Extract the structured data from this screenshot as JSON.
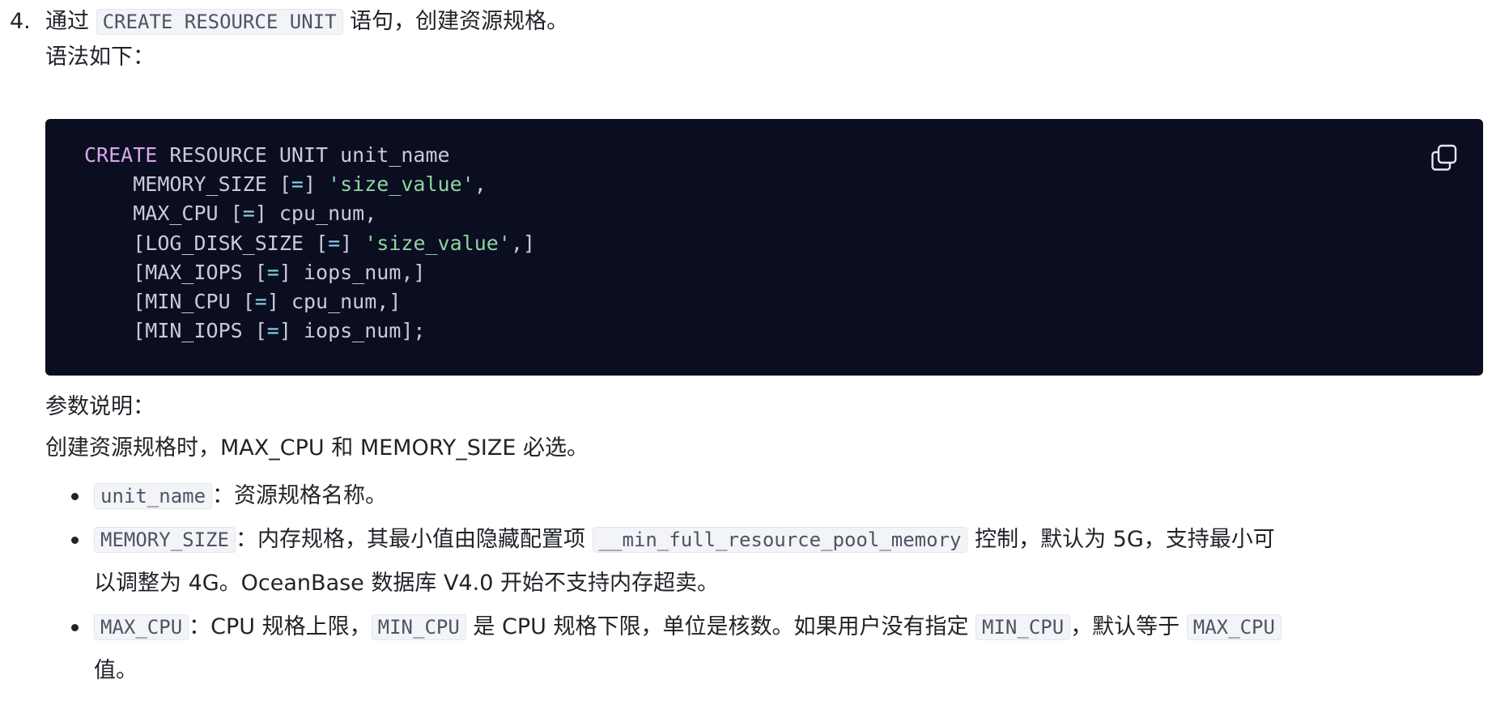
{
  "step": {
    "number": "4.",
    "prefix": "通过",
    "code": "CREATE RESOURCE UNIT",
    "suffix": "语句，创建资源规格。"
  },
  "syntax_label": "语法如下：",
  "code_block": {
    "line1": {
      "kw": "CREATE",
      "rest": " RESOURCE UNIT unit_name"
    },
    "line2": {
      "indent": "    ",
      "a": "MEMORY_SIZE ",
      "b": "[",
      "c": "=",
      "d": "] ",
      "e": "'size_value'",
      "f": ","
    },
    "line3": {
      "indent": "    ",
      "a": "MAX_CPU ",
      "b": "[",
      "c": "=",
      "d": "] cpu_num,"
    },
    "line4": {
      "indent": "    ",
      "a": "[LOG_DISK_SIZE ",
      "b": "[",
      "c": "=",
      "d": "] ",
      "e": "'size_value'",
      "f": ",]"
    },
    "line5": {
      "indent": "    ",
      "a": "[MAX_IOPS ",
      "b": "[",
      "c": "=",
      "d": "] iops_num,]"
    },
    "line6": {
      "indent": "    ",
      "a": "[MIN_CPU ",
      "b": "[",
      "c": "=",
      "d": "] cpu_num,]"
    },
    "line7": {
      "indent": "    ",
      "a": "[MIN_IOPS ",
      "b": "[",
      "c": "=",
      "d": "] iops_num];"
    },
    "copy_icon": "copy-icon"
  },
  "params_label": "参数说明：",
  "params_intro": "创建资源规格时，MAX_CPU 和 MEMORY_SIZE 必选。",
  "bullets": {
    "b1": {
      "code": "unit_name",
      "text": "：资源规格名称。"
    },
    "b2": {
      "code": "MEMORY_SIZE",
      "text1": "：内存规格，其最小值由隐藏配置项 ",
      "code2": "__min_full_resource_pool_memory",
      "text2": " 控制，默认为 5G，支持最小可",
      "line2": "以调整为 4G。OceanBase 数据库 V4.0 开始不支持内存超卖。"
    },
    "b3": {
      "code": "MAX_CPU",
      "text1": "：CPU 规格上限，",
      "code2": "MIN_CPU",
      "text2": " 是 CPU 规格下限，单位是核数。如果用户没有指定 ",
      "code3": "MIN_CPU",
      "text3": "，默认等于 ",
      "code4": "MAX_CPU",
      "line2": "值。"
    }
  },
  "colors": {
    "code_bg": "#0b0d21",
    "keyword": "#d6a8e8",
    "string": "#8fd6a0",
    "operator": "#8ad1e6",
    "inline_code_bg": "#f3f4f7"
  }
}
